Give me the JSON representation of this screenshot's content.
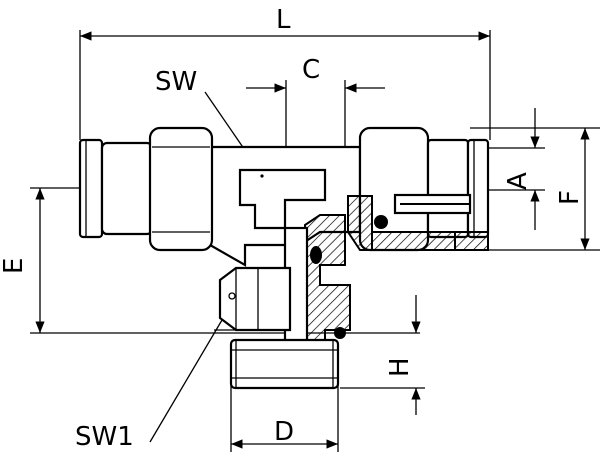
{
  "labels": {
    "L": "L",
    "SW": "SW",
    "C": "C",
    "A": "A",
    "F": "F",
    "E": "E",
    "H": "H",
    "D": "D",
    "SW1": "SW1"
  }
}
